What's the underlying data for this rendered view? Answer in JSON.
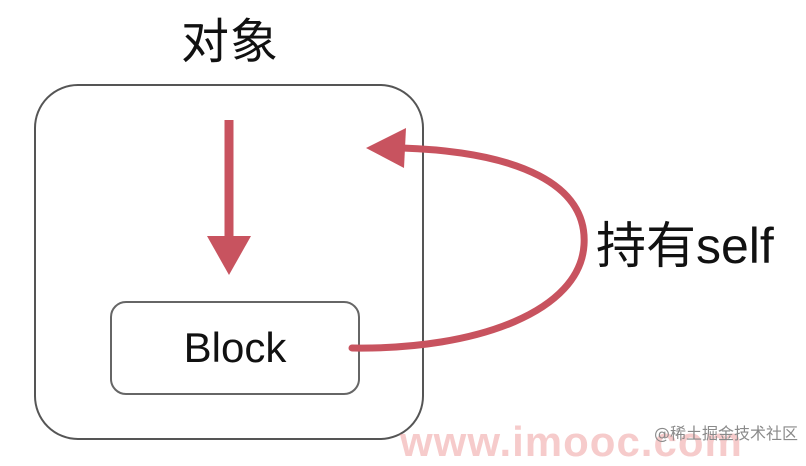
{
  "diagram": {
    "title": "对象",
    "block_label": "Block",
    "hold_label_cn": "持有",
    "hold_label_latin": "self",
    "arrow_color": "#c8535f",
    "box_border_color": "#555555"
  },
  "watermarks": {
    "imooc": "www.imooc.com",
    "juejin": "@稀土掘金技术社区"
  }
}
